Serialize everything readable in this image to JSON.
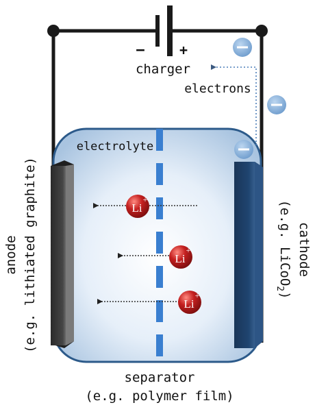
{
  "labels": {
    "charger": "charger",
    "minus_sign": "−",
    "plus_sign": "+",
    "electrons": "electrons",
    "electrolyte": "electrolyte",
    "anode": "anode",
    "anode_example": "(e.g. lithiated graphite)",
    "cathode": "cathode",
    "cathode_example_prefix": "(e.g. LiCoO",
    "cathode_example_sub": "2",
    "cathode_example_suffix": ")",
    "separator": "separator",
    "separator_example": "(e.g. polymer film)"
  },
  "ion": {
    "symbol": "Li",
    "charge": "+"
  },
  "electron_symbol": "−",
  "colors": {
    "wire": "#1a1a1a",
    "cell_border": "#2c5a8a",
    "electrolyte_center": "#ffffff",
    "electrolyte_edge": "#aec8e2",
    "separator": "#3a7fd0",
    "anode": "#3a3a3a",
    "cathode": "#1b3a60",
    "ion": "#b01a1a",
    "electron": "#7fa8d4",
    "arrow": "#3c5a80"
  }
}
